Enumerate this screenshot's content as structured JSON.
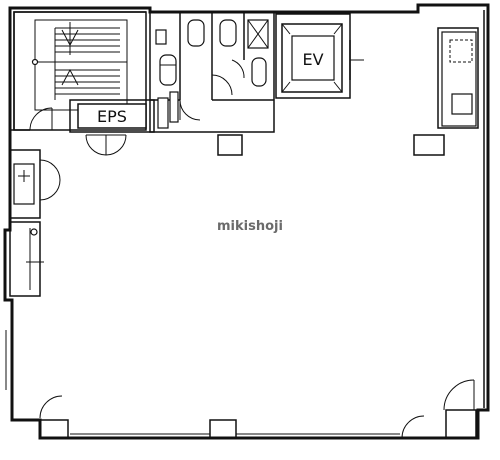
{
  "plan": {
    "labels": {
      "eps": "EPS",
      "elevator": "EV"
    },
    "watermark": "mikishoji",
    "colors": {
      "line": "#111111",
      "background": "#ffffff",
      "watermark": "#6b6b6b"
    },
    "icons": {
      "stairs": "stairs-icon",
      "toilet": "toilet-icon",
      "sink": "sink-icon",
      "kitchenette": "kitchenette-icon",
      "elevator": "elevator-car-icon"
    }
  }
}
